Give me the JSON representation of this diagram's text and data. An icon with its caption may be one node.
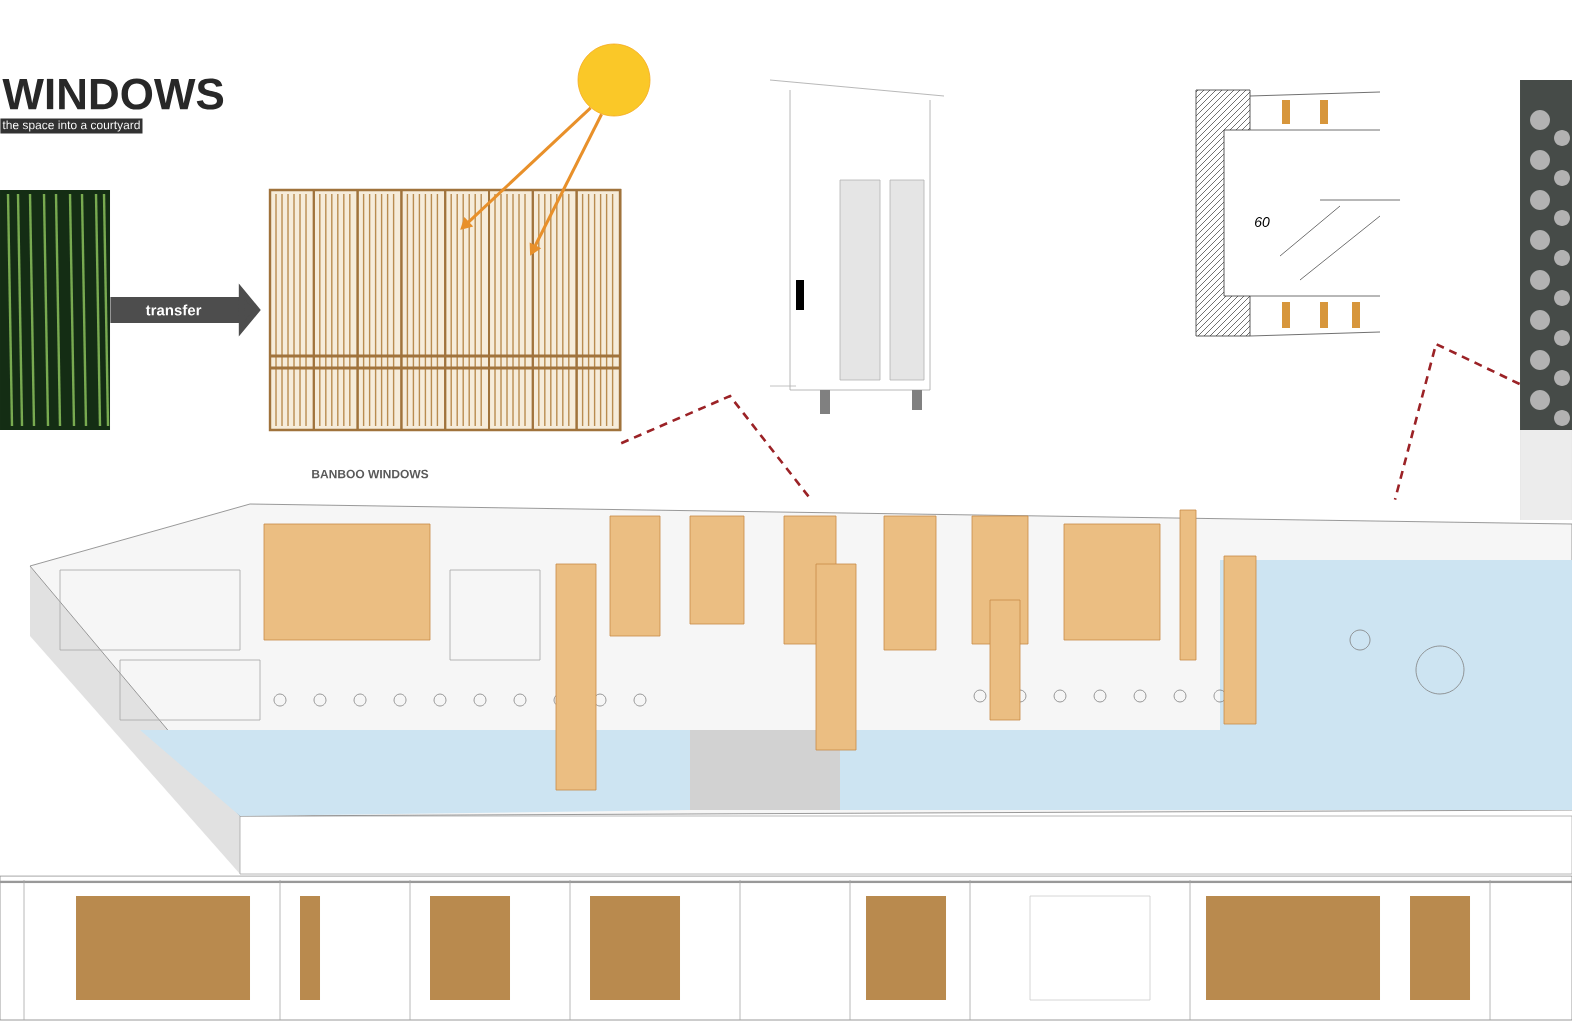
{
  "diagram": {
    "title": "WINDOWS",
    "nodes": [
      {
        "text": [],
        "shape": "picture"
      },
      {
        "text": [],
        "shape": "picture",
        "beside": [
          "BANBOO WINDOWS"
        ]
      },
      {
        "text": [],
        "shape": "circle"
      },
      {
        "text": [],
        "shape": "picture"
      },
      {
        "text": [],
        "shape": "picture"
      },
      {
        "text": [],
        "shape": "picture"
      },
      {
        "text": [],
        "shape": "picture"
      },
      {
        "text": [],
        "shape": "picture"
      }
    ],
    "edges": [
      {
        "from": 0,
        "to": 1,
        "arrow": "to",
        "label": "transfer",
        "style": "thick",
        "color": "#4d4d4d"
      },
      {
        "from": 2,
        "to": 1,
        "arrow": "to",
        "color": "#e8902a"
      },
      {
        "from": 2,
        "to": 1,
        "arrow": "to",
        "color": "#e8902a"
      },
      {
        "from": 1,
        "to": 6,
        "arrow": "none",
        "style": "dashed",
        "color": "#9b2226"
      },
      {
        "from": 5,
        "to": 6,
        "arrow": "none",
        "style": "dashed",
        "color": "#9b2226"
      }
    ],
    "labels": [
      "the space into a courtyard",
      "60"
    ]
  }
}
